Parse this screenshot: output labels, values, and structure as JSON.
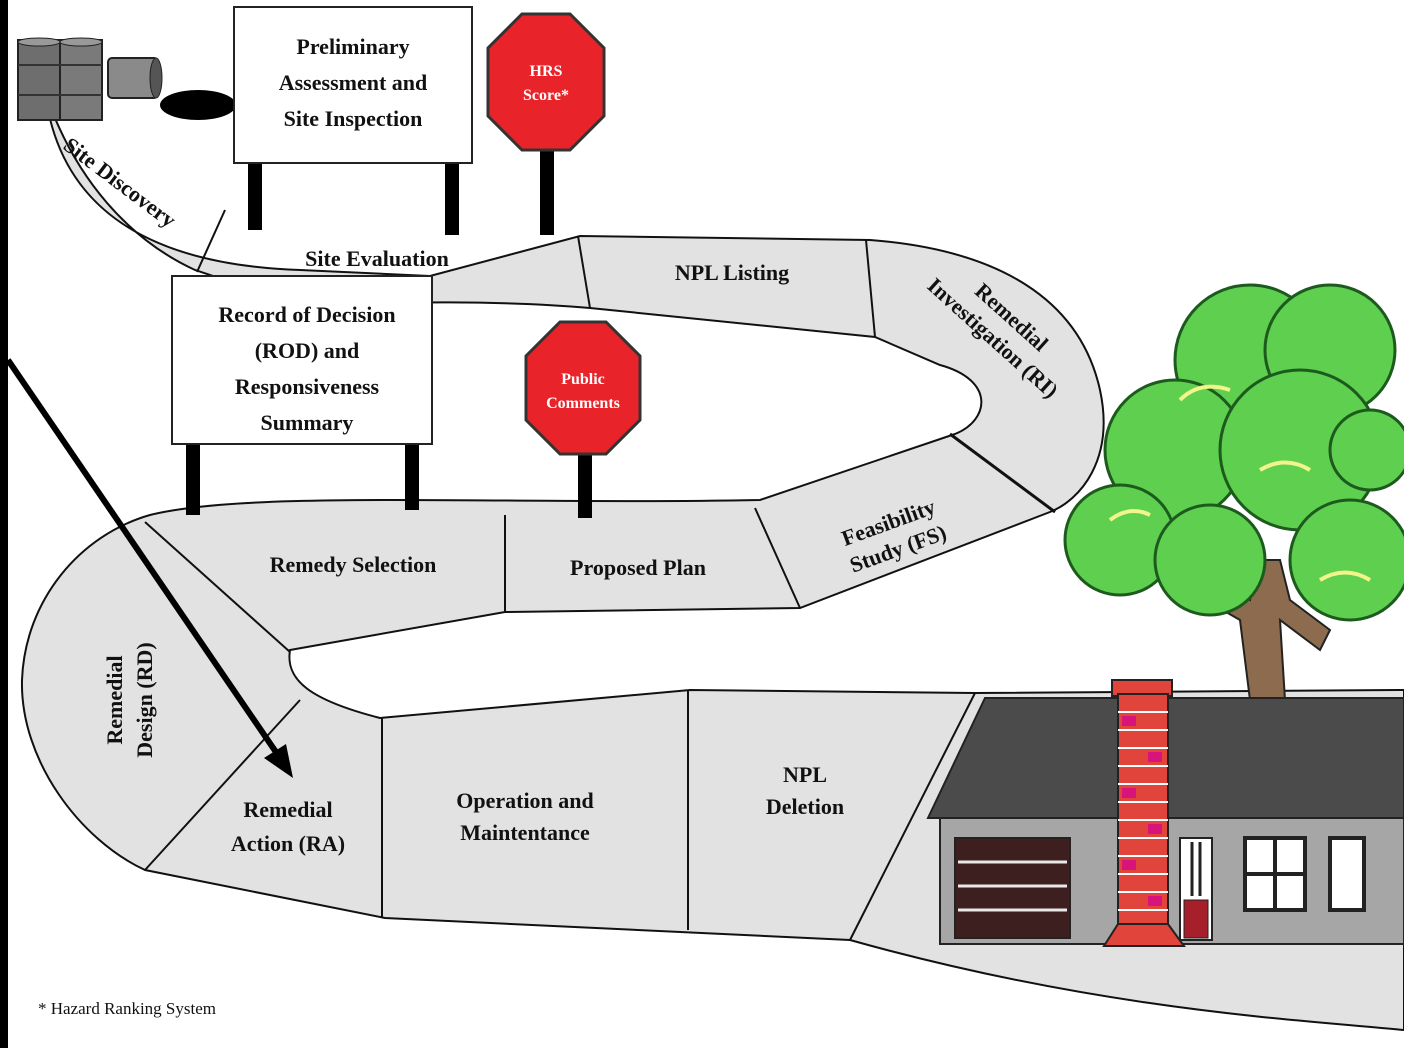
{
  "signs": {
    "preliminary": [
      "Preliminary",
      "Assessment and",
      "Site Inspection"
    ],
    "rod": [
      "Record of Decision",
      "(ROD) and",
      "Responsiveness",
      "Summary"
    ]
  },
  "stop_signs": {
    "hrs": [
      "HRS",
      "Score*"
    ],
    "public": [
      "Public",
      "Comments"
    ]
  },
  "road": {
    "site_discovery": "Site Discovery",
    "site_evaluation": "Site Evaluation",
    "npl_listing": "NPL Listing",
    "ri": [
      "Remedial",
      "Investigation (RI)"
    ],
    "fs": [
      "Feasibility",
      "Study (FS)"
    ],
    "proposed_plan": "Proposed Plan",
    "remedy_selection": "Remedy Selection",
    "rd": [
      "Remedial",
      "Design (RD)"
    ],
    "ra": [
      "Remedial",
      "Action (RA)"
    ],
    "om": [
      "Operation and",
      "Maintentance"
    ],
    "npl_deletion": [
      "NPL",
      "Deletion"
    ]
  },
  "footnote": "* Hazard Ranking System",
  "colors": {
    "road_fill": "#e2e2e2",
    "stop_red": "#e8242a",
    "tree_green": "#5ecf4f",
    "roof": "#4b4b4b",
    "wall": "#a6a6a6",
    "brick": "#e0443a"
  },
  "icons": [
    "barrel-icon",
    "stop-sign-icon",
    "tree-icon",
    "house-icon",
    "arrow-icon"
  ]
}
